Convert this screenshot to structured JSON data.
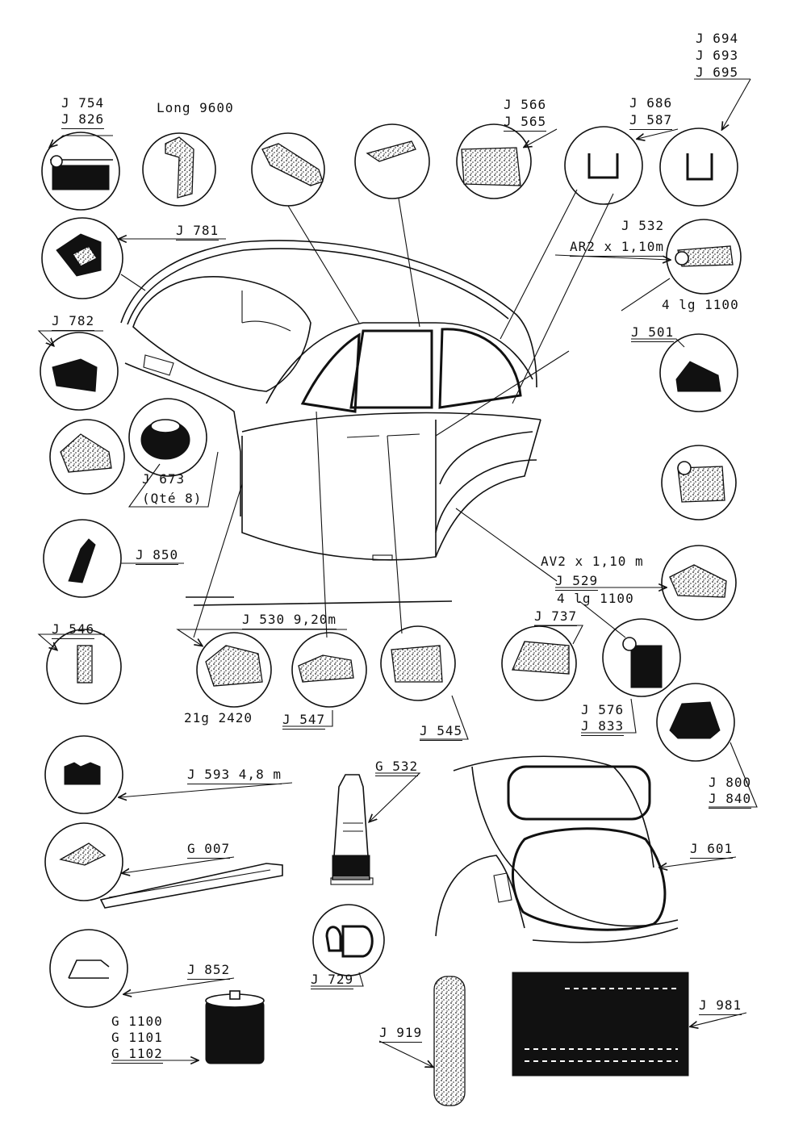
{
  "labels": {
    "j694": "J 694",
    "j693": "J 693",
    "j695": "J 695",
    "j754": "J 754",
    "j826": "J 826",
    "long9600": "Long 9600",
    "j566": "J 566",
    "j565": "J 565",
    "j686": "J 686",
    "j587": "J 587",
    "j781": "J 781",
    "j532": "J 532",
    "ar2": "AR2 x 1,10m",
    "lg1100a": "4 lg 1100",
    "j782": "J 782",
    "j501": "J 501",
    "j673": "J 673",
    "qte8": "(Qté 8)",
    "j850": "J 850",
    "av2": "AV2 x 1,10 m",
    "j529": "J 529",
    "lg1100b": "4 lg 1100",
    "j546": "J 546",
    "j530": "J 530 9,20m",
    "j737": "J 737",
    "lg2420": "21g 2420",
    "j547": "J 547",
    "j545": "J 545",
    "j576": "J 576",
    "j833": "J 833",
    "j800": "J 800",
    "j840": "J 840",
    "g532": "G 532",
    "j593": "J 593 4,8 m",
    "g007": "G 007",
    "j601": "J 601",
    "j852": "J 852",
    "j729": "J 729",
    "g1100": "G 1100",
    "g1101": "G 1101",
    "g1102": "G 1102",
    "j919": "J 919",
    "j981": "J 981"
  },
  "colors": {
    "ink": "#111111",
    "paper": "#ffffff"
  }
}
